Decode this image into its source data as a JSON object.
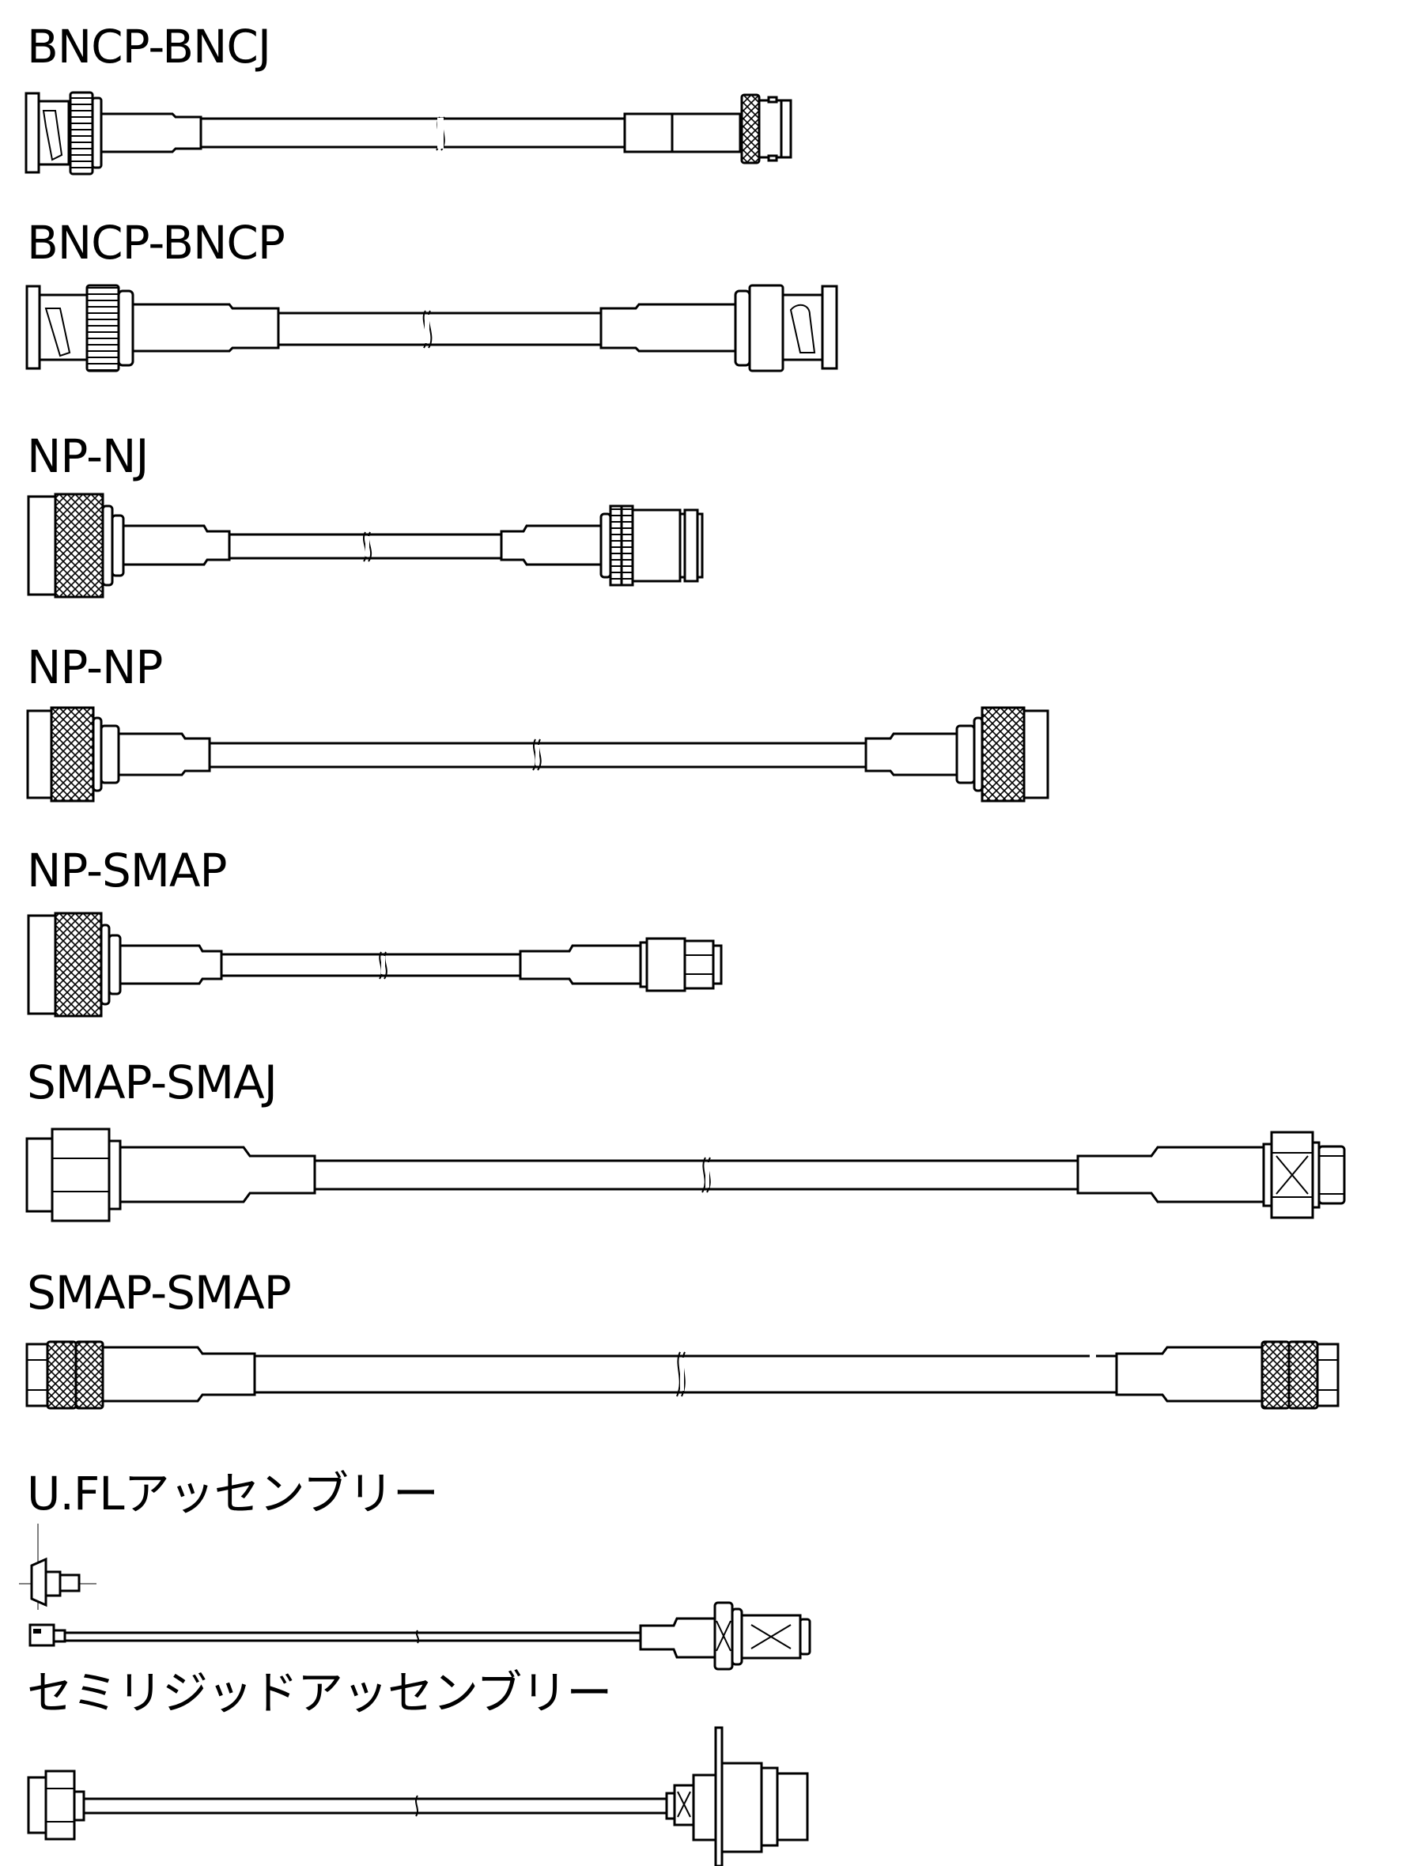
{
  "assemblies": [
    {
      "label": "BNCP-BNCJ",
      "left_connector": "BNC plug",
      "right_connector": "BNC jack"
    },
    {
      "label": "BNCP-BNCP",
      "left_connector": "BNC plug",
      "right_connector": "BNC plug"
    },
    {
      "label": "NP-NJ",
      "left_connector": "N plug",
      "right_connector": "N jack"
    },
    {
      "label": "NP-NP",
      "left_connector": "N plug",
      "right_connector": "N plug"
    },
    {
      "label": "NP-SMAP",
      "left_connector": "N plug",
      "right_connector": "SMA plug"
    },
    {
      "label": "SMAP-SMAJ",
      "left_connector": "SMA plug",
      "right_connector": "SMA jack"
    },
    {
      "label": "SMAP-SMAP",
      "left_connector": "SMA plug",
      "right_connector": "SMA plug"
    },
    {
      "label": "U.FLアッセンブリー",
      "left_connector": "U.FL plug",
      "right_connector": "bulkhead jack"
    },
    {
      "label": "セミリジッドアッセンブリー",
      "left_connector": "SMA plug",
      "right_connector": "panel-mount jack"
    }
  ]
}
